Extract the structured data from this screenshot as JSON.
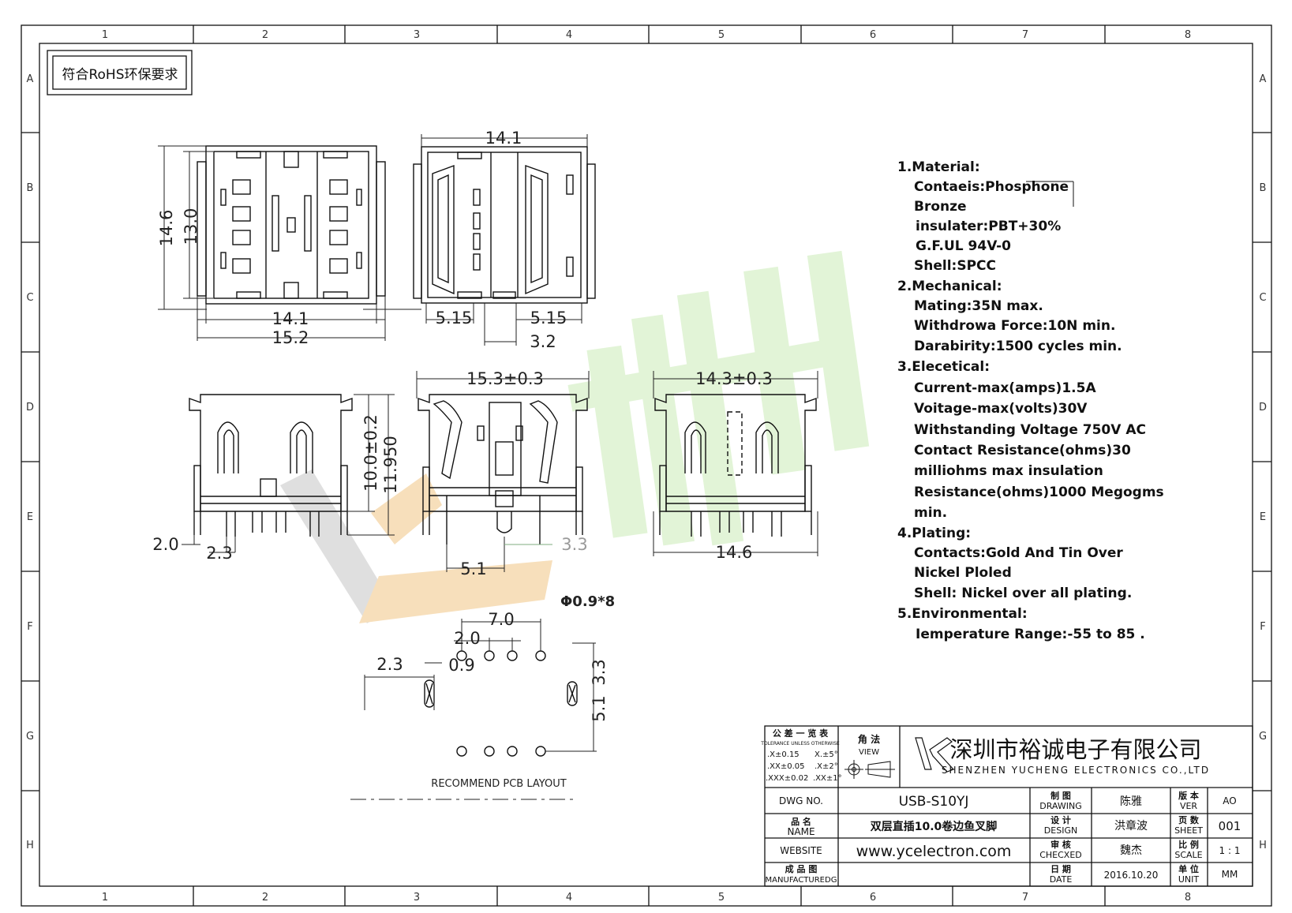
{
  "rohs_label": "符合RoHS环保要求",
  "grid": {
    "columns": [
      "1",
      "2",
      "3",
      "4",
      "5",
      "6",
      "7",
      "8"
    ],
    "rows": [
      "A",
      "B",
      "C",
      "D",
      "E",
      "F",
      "G",
      "H"
    ]
  },
  "dimensions": {
    "top_width": "14.1",
    "front_height_outer": "14.6",
    "front_height_inner": "13.0",
    "front_width_inner": "14.1",
    "front_width_outer": "15.2",
    "top_left_gap": "5.15",
    "top_right_gap": "5.15",
    "top_center_gap": "3.2",
    "side_height_1": "10.0±0.2",
    "side_height_2": "11.950",
    "pin_length": "2.0",
    "pin_pitch": "2.3",
    "section_width": "15.3±0.3",
    "section_offset": "5.1",
    "section_pin": "3.3",
    "right_width_top": "14.3±0.3",
    "right_width_bottom": "14.6",
    "hole_spec": "Φ0.9*8",
    "pcb_7": "7.0",
    "pcb_2": "2.0",
    "pcb_23": "2.3",
    "pcb_09": "0.9",
    "pcb_33": "3.3",
    "pcb_51": "5.1"
  },
  "pcb_layout_label": "RECOMMEND PCB LAYOUT",
  "specs": [
    "1.Material:",
    "Contaeis:Phosphone",
    "Bronze",
    "insulater:PBT+30%",
    "G.F.UL   94V-0",
    "Shell:SPCC",
    "2.Mechanical:",
    "Mating:35N max.",
    "Withdrowa Force:10N min.",
    "Darabirity:1500 cycles min.",
    "3.Elecetical:",
    "Current-max(amps)1.5A",
    "Voitage-max(volts)30V",
    "Withstanding Voltage 750V AC",
    "Contact Resistance(ohms)30",
    "milliohms max insulation",
    "Resistance(ohms)1000 Megogms",
    "min.",
    "4.Plating:",
    "Contacts:Gold And Tin Over",
    "Nickel Ploled",
    "Shell: Nickel over all plating.",
    "5.Environmental:",
    "Iemperature Range:-55  to 85   ."
  ],
  "title_block": {
    "tolerance_title": "公 差 一 览 表",
    "tolerance_sub": "TOLERANCE UNLESS OTHERWISE",
    "tol_1": ".X±0.15",
    "tol_2": ".XX±0.05",
    "tol_3": ".XXX±0.02",
    "tol_a1": "X.±5°",
    "tol_a2": ".X±2°",
    "tol_a3": ".XX±1°",
    "view_cn": "角 法",
    "view_en": "VIEW",
    "company_cn": "深圳市裕诚电子有限公司",
    "company_en": "SHENZHEN YUCHENG ELECTRONICS CO.,LTD",
    "dwg_no_label": "DWG NO.",
    "dwg_no": "USB-S10YJ",
    "name_cn": "品 名",
    "name_label": "NAME",
    "name_value": "双层直插10.0卷边鱼叉脚",
    "website_label": "WEBSITE",
    "website": "www.ycelectron.com",
    "mfg_cn": "成 品 图",
    "mfg_label": "MANUFACTUREDG",
    "drawing_cn": "制 图",
    "drawing_label": "DRAWING",
    "drawing_by": "陈雅",
    "design_cn": "设 计",
    "design_label": "DESIGN",
    "design_by": "洪章波",
    "checked_cn": "审 核",
    "checked_label": "CHECXED",
    "checked_by": "魏杰",
    "date_cn": "日 期",
    "date_label": "DATE",
    "date": "2016.10.20",
    "ver_cn": "版 本",
    "ver_label": "VER",
    "ver": "AO",
    "sheet_cn": "页 数",
    "sheet_label": "SHEET",
    "sheet": "001",
    "scale_cn": "比 例",
    "scale_label": "SCALE",
    "scale": "1 : 1",
    "unit_cn": "单 位",
    "unit_label": "UNIT",
    "unit": "MM"
  },
  "colors": {
    "line": "#111111",
    "watermark_gray": "#d9d9d9",
    "watermark_orange": "#f5d6a8",
    "watermark_green": "#d7f0c8",
    "dim_gray": "#2a2a2a"
  }
}
